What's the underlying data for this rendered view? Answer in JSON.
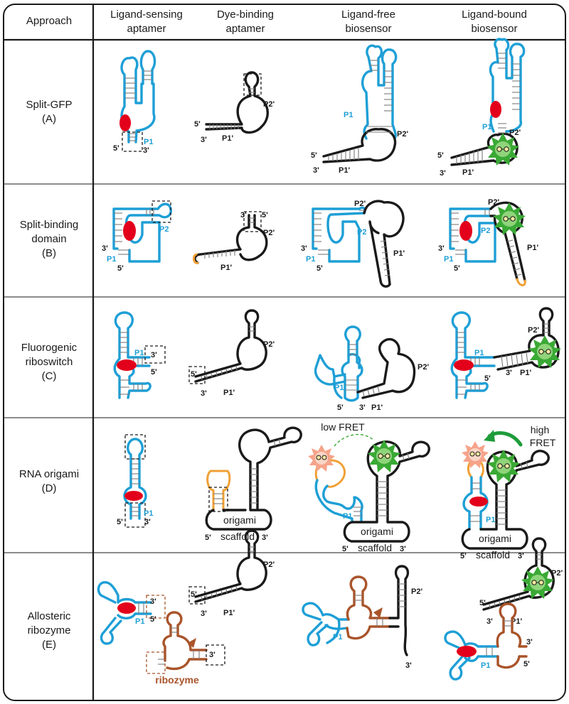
{
  "header": {
    "approach": "Approach",
    "col1": [
      "Ligand-sensing",
      "aptamer"
    ],
    "col2": [
      "Dye-binding",
      "aptamer"
    ],
    "col3": [
      "Ligand-free",
      "biosensor"
    ],
    "col4": [
      "Ligand-bound",
      "biosensor"
    ]
  },
  "rows": [
    {
      "name": [
        "Split-GFP",
        "(A)"
      ]
    },
    {
      "name": [
        "Split-binding",
        "domain",
        "(B)"
      ]
    },
    {
      "name": [
        "Fluorogenic",
        "riboswitch",
        "(C)"
      ]
    },
    {
      "name": [
        "RNA origami",
        "(D)"
      ]
    },
    {
      "name": [
        "Allosteric",
        "ribozyme",
        "(E)"
      ]
    }
  ],
  "labels": {
    "p1": "P1",
    "p2": "P2",
    "p1p": "P1'",
    "p2p": "P2'",
    "five": "5'",
    "three": "3'",
    "origami": "origami",
    "scaffold": "scaffold",
    "ribozyme": "ribozyme",
    "low_fret": "low FRET",
    "high": "high",
    "fret": "FRET"
  },
  "colors": {
    "aptamer": "#1e9fd6",
    "dye_aptamer": "#1a1a1a",
    "ligand": "#e3001b",
    "dye": "#3aa935",
    "acceptor": "#f0a035",
    "ribozyme": "#a9542a"
  }
}
